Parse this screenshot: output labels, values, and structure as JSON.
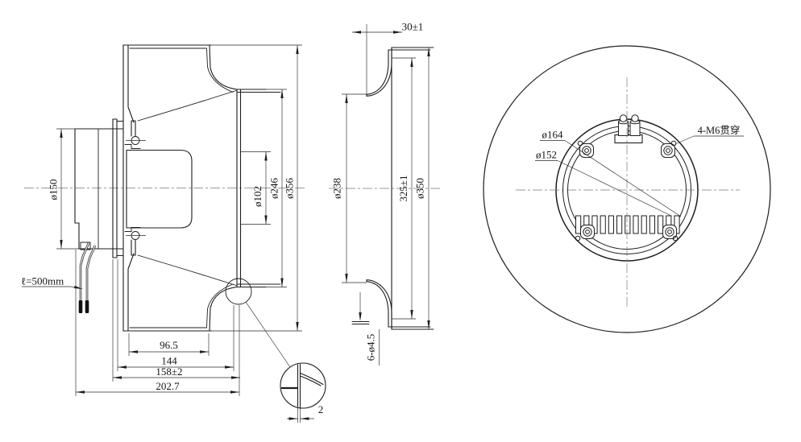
{
  "drawing": {
    "title": "centrifugal fan engineering drawing",
    "colors": {
      "line": "#1d1d1d",
      "background": "#ffffff",
      "centerline": "#7a7a7a"
    },
    "views": {
      "side_section": {
        "dims": {
          "motor_od": "ø150",
          "hub_bore": "ø102",
          "inlet_dia": "ø246",
          "impeller_od": "ø356",
          "len_a": "96.5",
          "len_b": "144",
          "len_c": "158±2",
          "len_d": "202.7",
          "cable_note": "ℓ=500mm"
        },
        "detail": {
          "sheet_thickness": "2"
        }
      },
      "inlet_ring_section": {
        "dims": {
          "depth": "30±1",
          "bore": "ø238",
          "bolt_circle": "325±1",
          "outer_dia": "ø350",
          "hole_callout": "6-ø4.5"
        }
      },
      "rear_view": {
        "dims": {
          "ring_a": "ø164",
          "ring_b": "ø152",
          "mounting_callout": "4-M6贯穿"
        }
      }
    }
  }
}
